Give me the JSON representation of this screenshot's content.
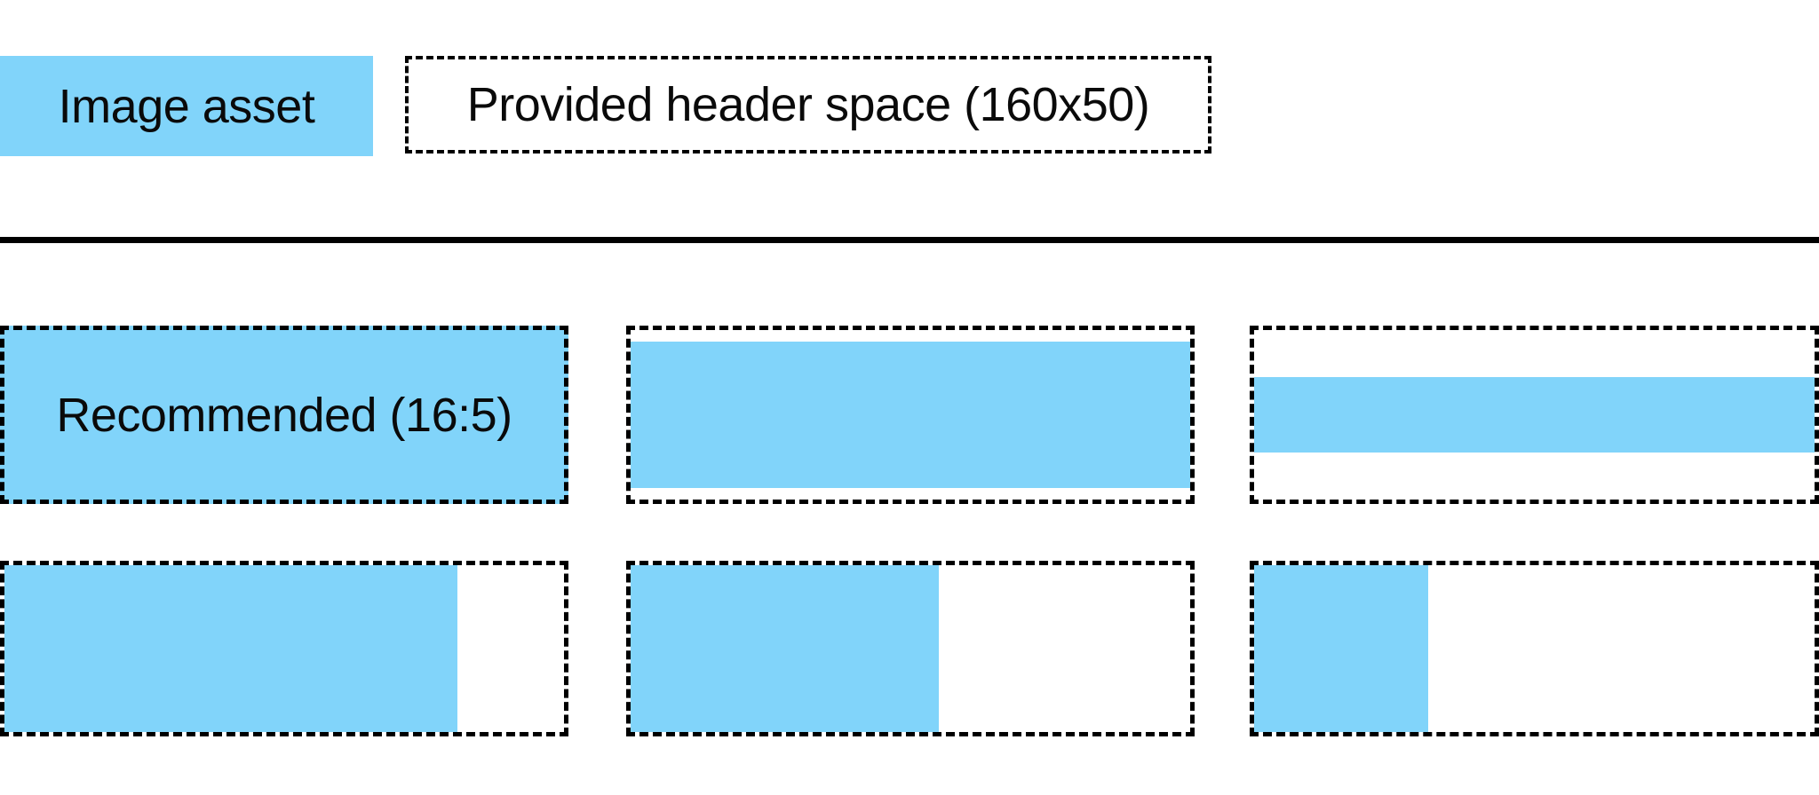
{
  "legend": {
    "image_asset_label": "Image asset",
    "header_space_label": "Provided header space (160x50)"
  },
  "examples": {
    "recommended_label": "Recommended (16:5)",
    "row1": [
      {
        "name": "recommended-16-5",
        "description": "asset fills entire header space",
        "fill_style": "width:100%;height:100%"
      },
      {
        "name": "wide-letterboxed-large",
        "description": "wider asset, full width, vertically centered",
        "fill_style": "width:100%;height:86%"
      },
      {
        "name": "wide-letterboxed-small",
        "description": "much wider asset, full width, vertically centered",
        "fill_style": "width:100%;height:44%"
      }
    ],
    "row2": [
      {
        "name": "tall-pillarboxed-large",
        "description": "taller asset, full height, left aligned",
        "fill_style": "width:81%;height:100%"
      },
      {
        "name": "tall-pillarboxed-medium",
        "description": "16:9-like asset, full height, left aligned",
        "fill_style": "width:55%;height:100%"
      },
      {
        "name": "tall-pillarboxed-small",
        "description": "square-like asset, full height, left aligned",
        "fill_style": "width:31%;height:100%"
      }
    ]
  },
  "colors": {
    "asset_blue": "#81d4fa",
    "border": "#000000",
    "text": "#0a0a0a",
    "background": "#ffffff"
  }
}
